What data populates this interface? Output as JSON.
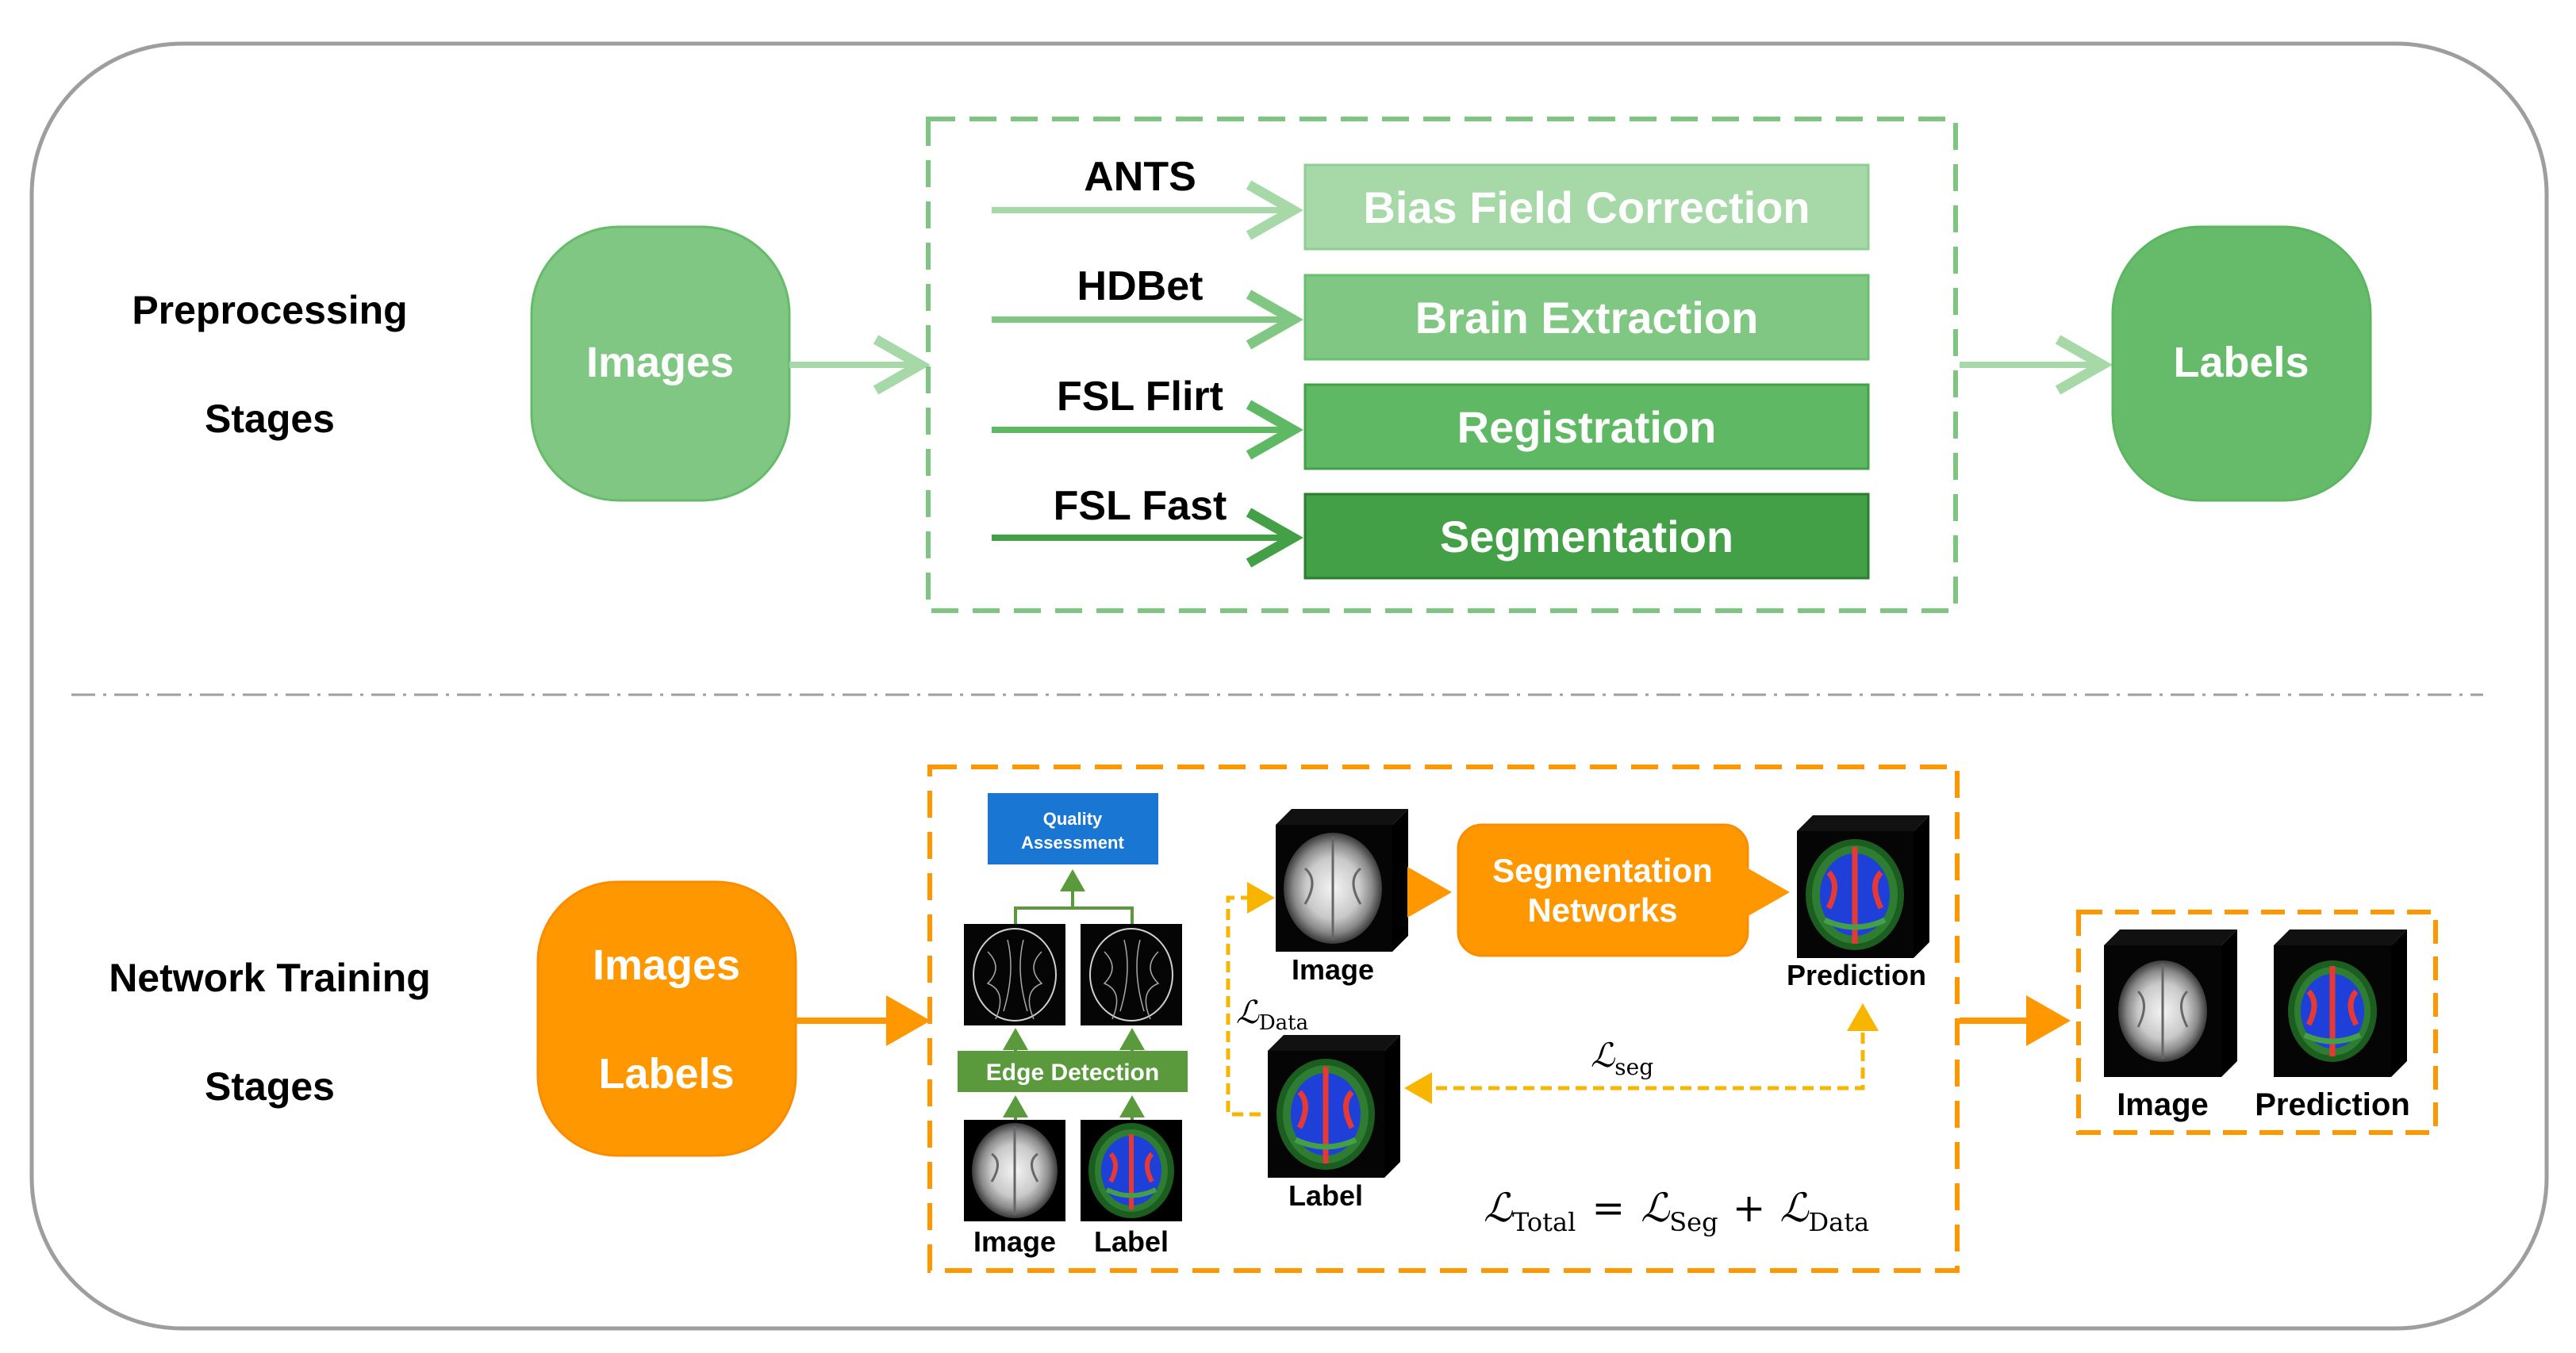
{
  "preprocessing": {
    "stage_label_line1": "Preprocessing",
    "stage_label_line2": "Stages",
    "input_label": "Images",
    "output_label": "Labels",
    "steps": [
      {
        "tool": "ANTS",
        "step": "Bias Field Correction",
        "color": "#a6d8a8"
      },
      {
        "tool": "HDBet",
        "step": "Brain Extraction",
        "color": "#80c783"
      },
      {
        "tool": "FSL Flirt",
        "step": "Registration",
        "color": "#5fb863"
      },
      {
        "tool": "FSL Fast",
        "step": "Segmentation",
        "color": "#43a047"
      }
    ],
    "accent_color": "#7dc580"
  },
  "training": {
    "stage_label_line1": "Network Training",
    "stage_label_line2": "Stages",
    "input_line1": "Images",
    "input_line2": "Labels",
    "accent_color": "#ff9800",
    "quality_assessment_line1": "Quality",
    "quality_assessment_line2": "Assessment",
    "edge_detection_a": "Edge",
    "edge_detection_b": "Detection",
    "left_image_caption": "Image",
    "left_label_caption": "Label",
    "network_line1": "Segmentation",
    "network_line2": "Networks",
    "image_caption": "Image",
    "prediction_caption": "Prediction",
    "label_caption": "Label",
    "loss_data": "Data",
    "loss_seg": "seg",
    "loss_total_sub": "Total",
    "loss_seg_sub": "Seg",
    "loss_data_sub": "Data",
    "output_image_caption": "Image",
    "output_prediction_caption": "Prediction",
    "qa_color": "#1976d2",
    "edge_color": "#5a9a3c"
  },
  "symbols": {
    "loss_script": "ℒ",
    "equals": "=",
    "plus": "+"
  }
}
